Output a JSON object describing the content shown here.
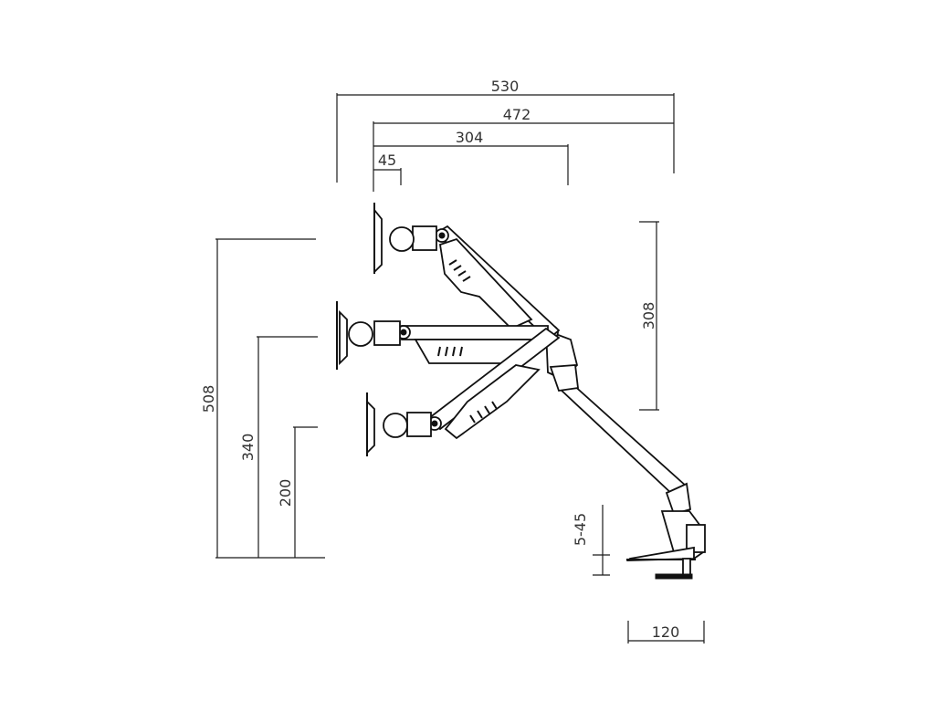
{
  "dimensions": {
    "width_total": "530",
    "width_reach": "472",
    "width_mid": "304",
    "width_head": "45",
    "height_total": "508",
    "height_mid": "340",
    "height_low": "200",
    "height_arm": "308",
    "clamp_range": "5-45",
    "base_width": "120"
  }
}
